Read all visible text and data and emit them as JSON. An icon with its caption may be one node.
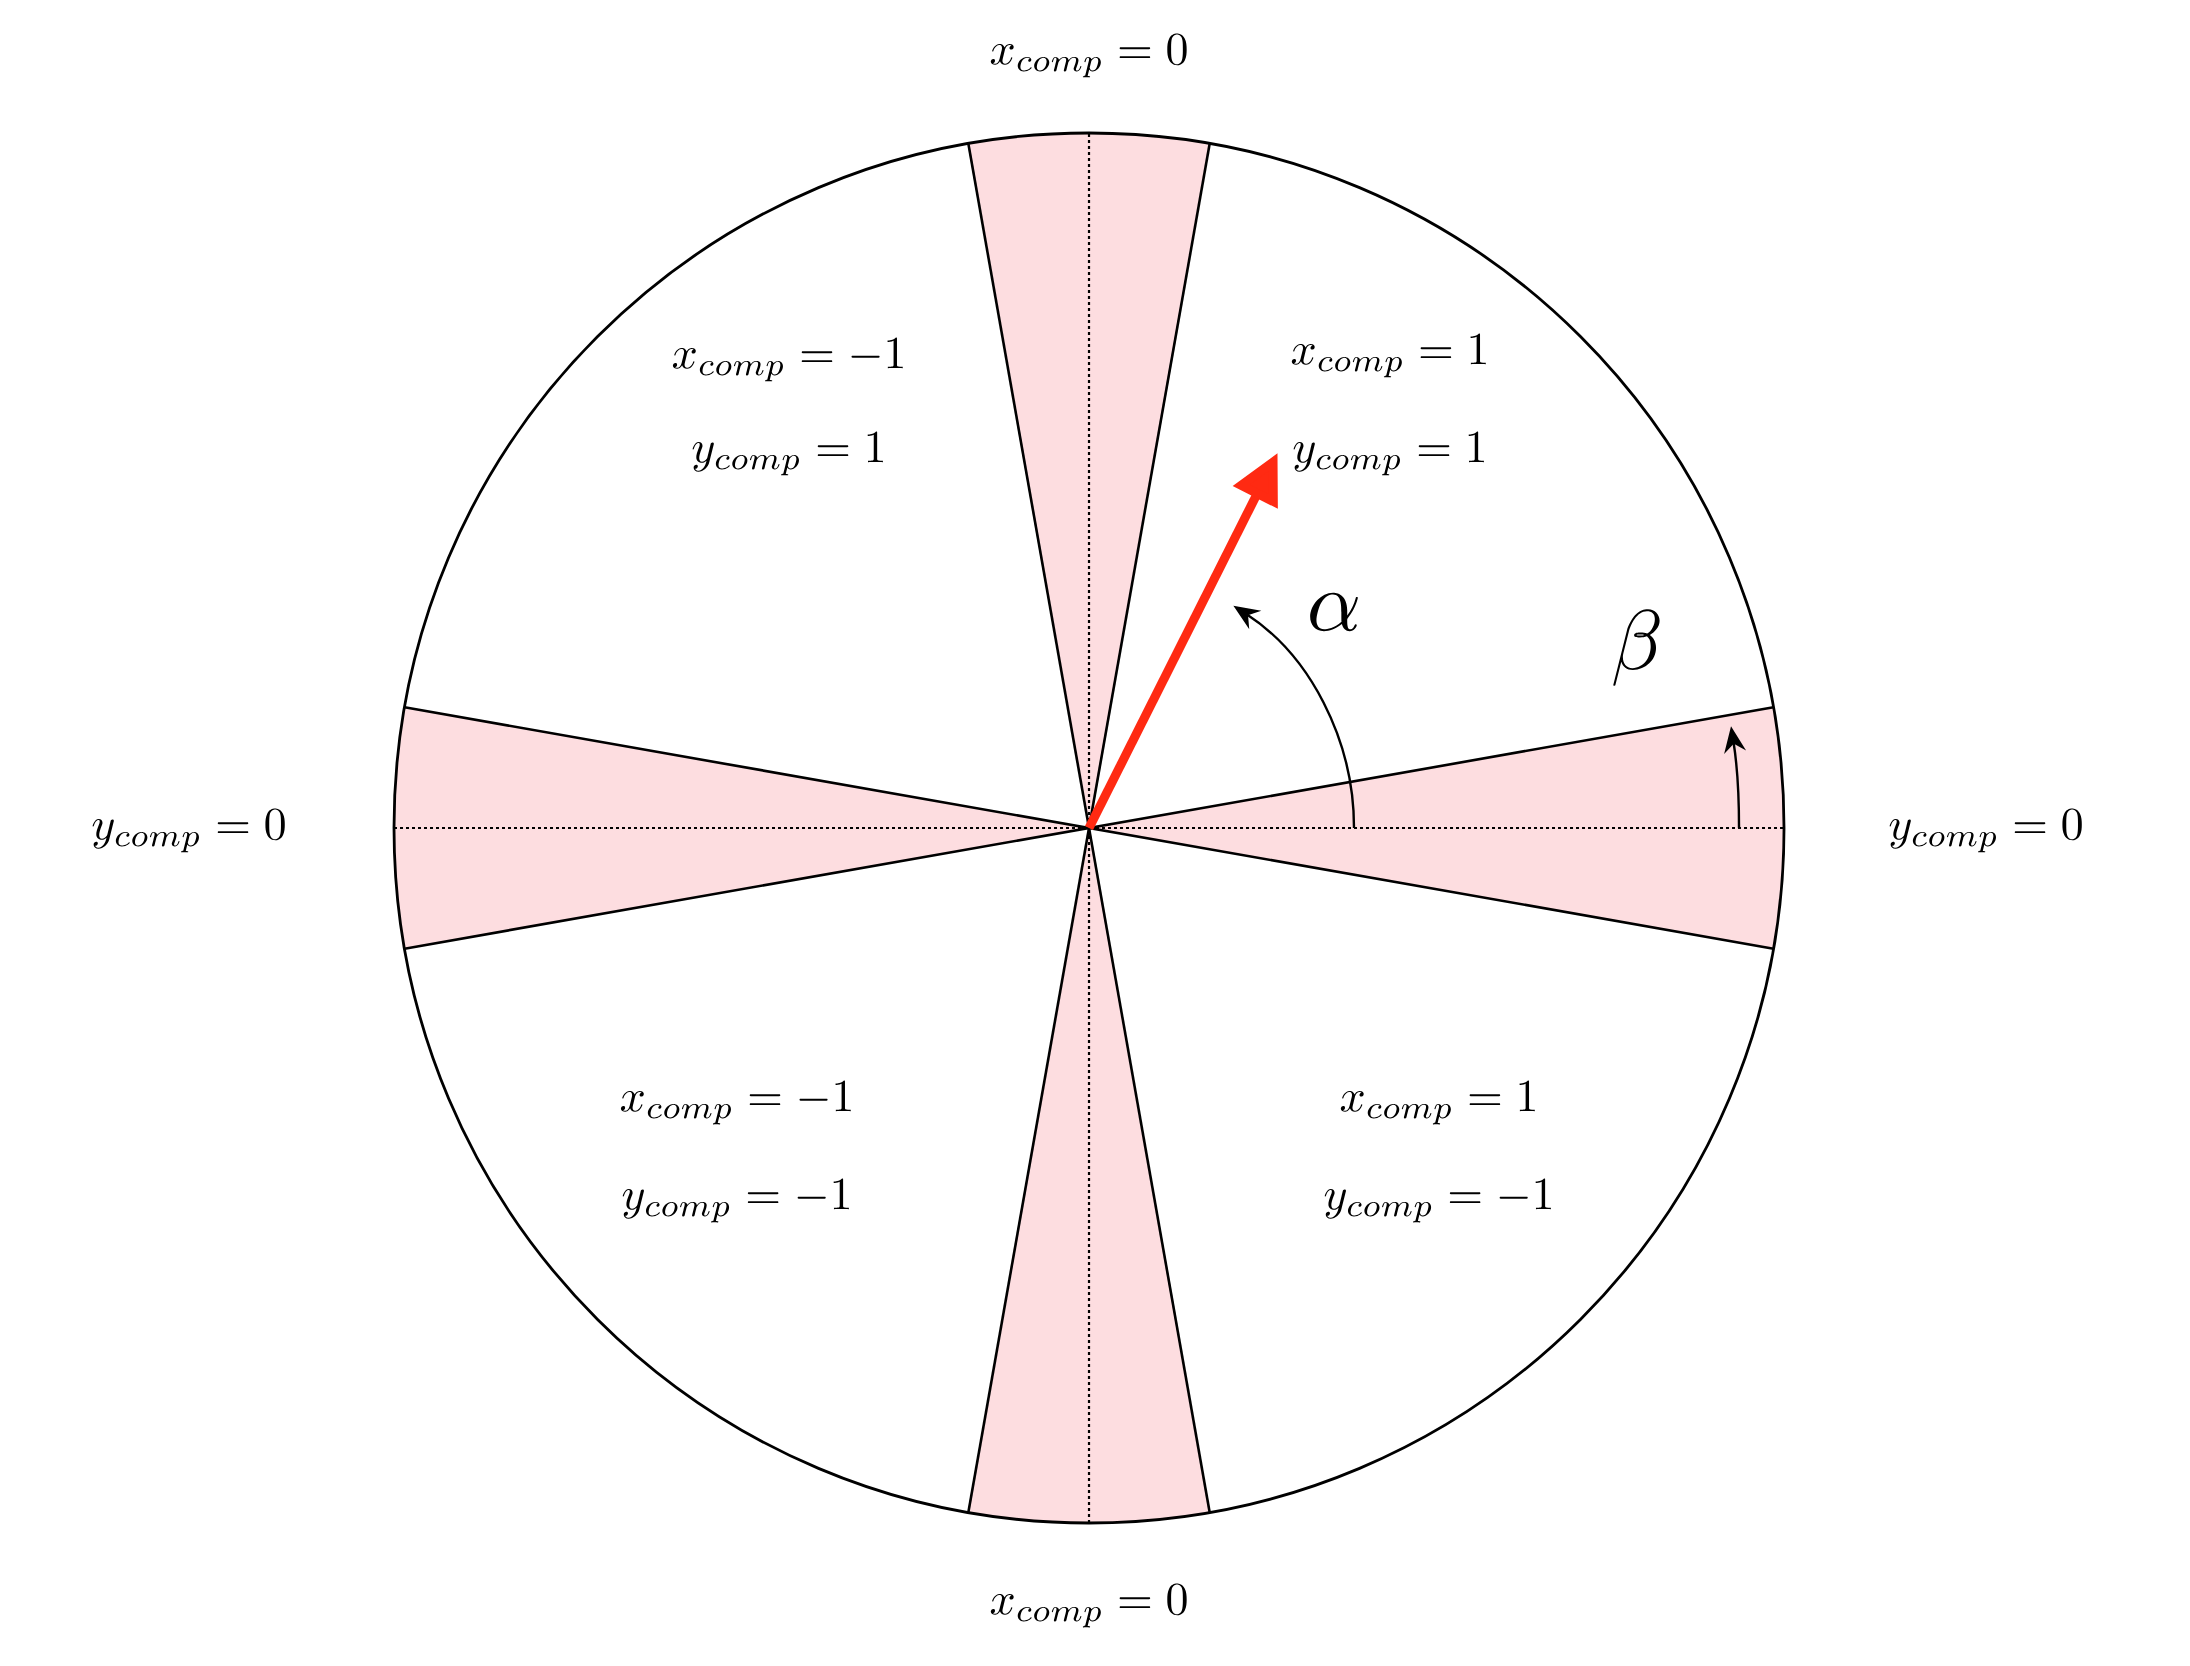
{
  "diagram": {
    "labels": [
      "x_{comp} = 0",
      "x_{comp} = -1",
      "x_{comp} = 1",
      "y_{comp} = 1",
      "y_{comp} = 1",
      "\\alpha",
      "\\beta",
      "y_{comp} = 0",
      "y_{comp} = 0",
      "x_{comp} = -1",
      "x_{comp} = 1",
      "y_{comp} = -1",
      "y_{comp} = -1",
      "x_{comp} = 0"
    ]
  }
}
